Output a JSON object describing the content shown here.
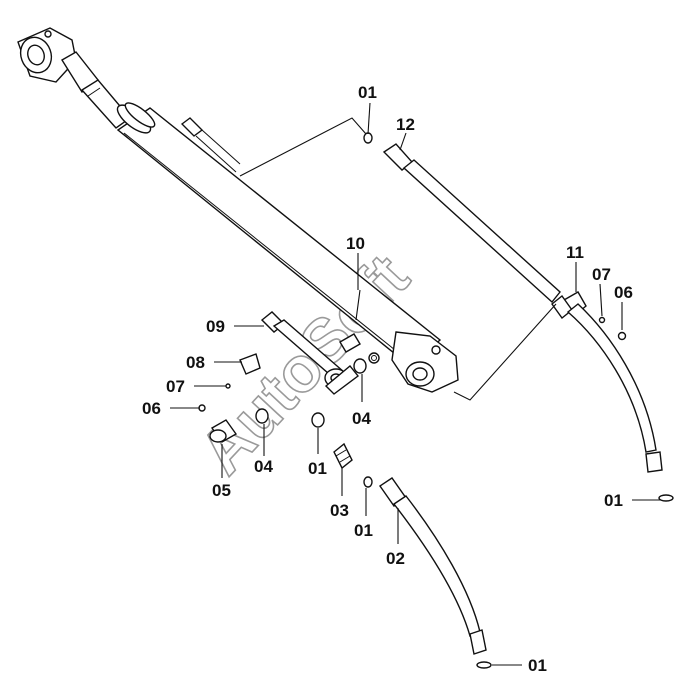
{
  "watermark": "AutoSoft",
  "callouts": [
    {
      "key": "c01a",
      "text": "01"
    },
    {
      "key": "c12",
      "text": "12"
    },
    {
      "key": "c10",
      "text": "10"
    },
    {
      "key": "c11",
      "text": "11"
    },
    {
      "key": "c07a",
      "text": "07"
    },
    {
      "key": "c06a",
      "text": "06"
    },
    {
      "key": "c09",
      "text": "09"
    },
    {
      "key": "c08",
      "text": "08"
    },
    {
      "key": "c07b",
      "text": "07"
    },
    {
      "key": "c06b",
      "text": "06"
    },
    {
      "key": "c04a",
      "text": "04"
    },
    {
      "key": "c04b",
      "text": "04"
    },
    {
      "key": "c05",
      "text": "05"
    },
    {
      "key": "c01b",
      "text": "01"
    },
    {
      "key": "c03",
      "text": "03"
    },
    {
      "key": "c01c",
      "text": "01"
    },
    {
      "key": "c02",
      "text": "02"
    },
    {
      "key": "c01d",
      "text": "01"
    },
    {
      "key": "c01e",
      "text": "01"
    }
  ]
}
